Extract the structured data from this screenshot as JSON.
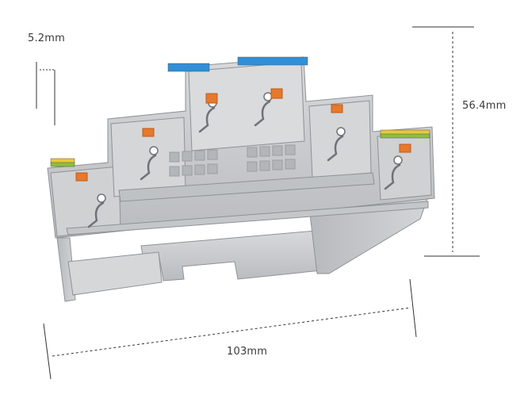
{
  "dimensions": {
    "width": "5.2mm",
    "height": "56.4mm",
    "length": "103mm"
  },
  "colors": {
    "background": "#ffffff",
    "housing": "#c9cbcd",
    "housing_dark": "#9ea2a6",
    "housing_light": "#e3e4e6",
    "push_button_orange": "#e8782a",
    "marker_blue": "#2f8fd8",
    "marker_green": "#8fbf3a",
    "marker_yellow": "#e6c93a",
    "dimension_line": "#333333"
  }
}
